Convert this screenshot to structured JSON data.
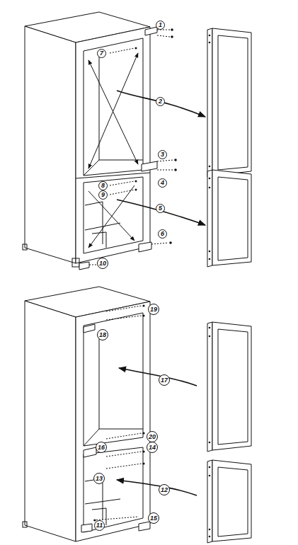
{
  "diagram": {
    "labels": [
      "1",
      "7",
      "2",
      "3",
      "4",
      "8",
      "9",
      "5",
      "6",
      "10",
      "19",
      "18",
      "17",
      "20",
      "16",
      "14",
      "13",
      "12",
      "11",
      "15"
    ]
  }
}
